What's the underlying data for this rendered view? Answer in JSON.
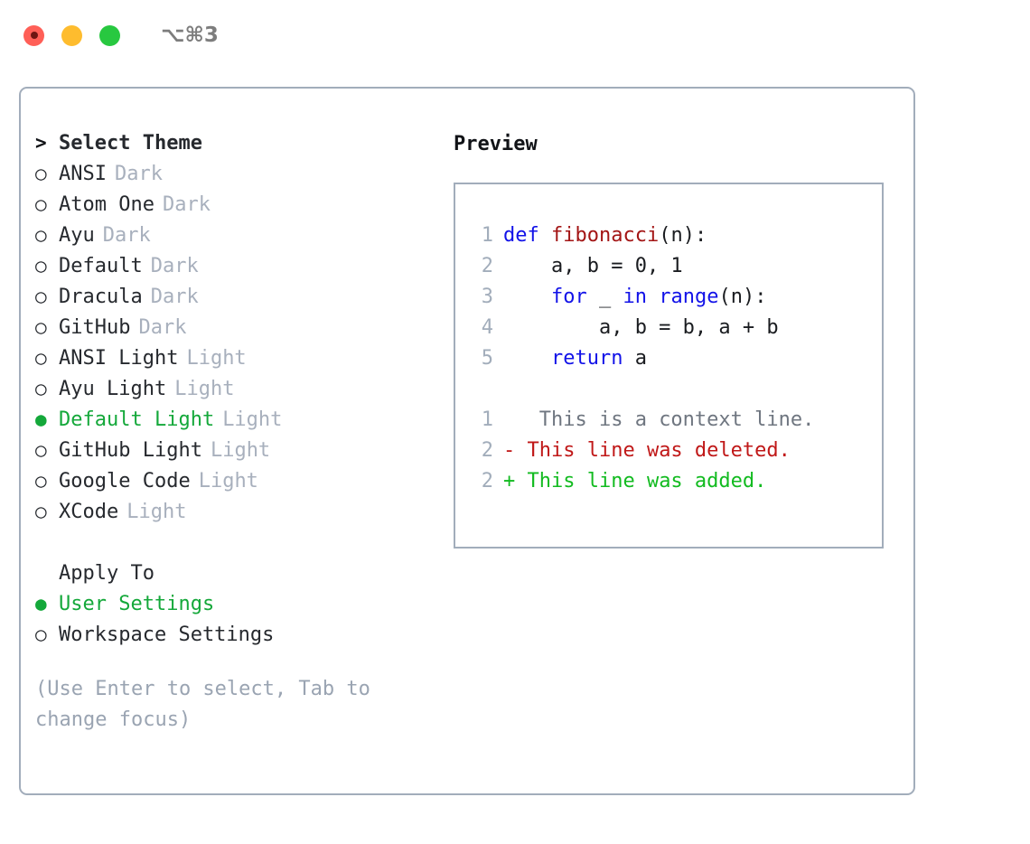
{
  "window": {
    "traffic_lights": [
      {
        "name": "close",
        "color": "#ff5f57"
      },
      {
        "name": "minimize",
        "color": "#febc2e"
      },
      {
        "name": "maximize",
        "color": "#28c840"
      }
    ],
    "shortcut_label": "⌥⌘3"
  },
  "theme_picker": {
    "header_marker": ">",
    "header_label": "Select Theme",
    "marker_unselected": "○",
    "marker_selected": "●",
    "items": [
      {
        "label": "ANSI",
        "suffix": "Dark",
        "selected": false
      },
      {
        "label": "Atom One",
        "suffix": "Dark",
        "selected": false
      },
      {
        "label": "Ayu",
        "suffix": "Dark",
        "selected": false
      },
      {
        "label": "Default",
        "suffix": "Dark",
        "selected": false
      },
      {
        "label": "Dracula",
        "suffix": "Dark",
        "selected": false
      },
      {
        "label": "GitHub",
        "suffix": "Dark",
        "selected": false
      },
      {
        "label": "ANSI Light",
        "suffix": "Light",
        "selected": false
      },
      {
        "label": "Ayu Light",
        "suffix": "Light",
        "selected": false
      },
      {
        "label": "Default Light",
        "suffix": "Light",
        "selected": true
      },
      {
        "label": "GitHub Light",
        "suffix": "Light",
        "selected": false
      },
      {
        "label": "Google Code",
        "suffix": "Light",
        "selected": false
      },
      {
        "label": "XCode",
        "suffix": "Light",
        "selected": false
      }
    ]
  },
  "apply_to": {
    "header_label": "Apply To",
    "options": [
      {
        "label": "User Settings",
        "selected": true
      },
      {
        "label": "Workspace Settings",
        "selected": false
      }
    ]
  },
  "hint": {
    "text": "(Use Enter to select, Tab to change focus)"
  },
  "preview": {
    "title": "Preview",
    "code_lines": [
      {
        "lineno": "1",
        "tokens": [
          {
            "text": "def ",
            "kind": "kw"
          },
          {
            "text": "fibonacci",
            "kind": "fn"
          },
          {
            "text": "(n):",
            "kind": "plain"
          }
        ]
      },
      {
        "lineno": "2",
        "tokens": [
          {
            "text": "    a, b = 0, 1",
            "kind": "plain"
          }
        ]
      },
      {
        "lineno": "3",
        "tokens": [
          {
            "text": "    ",
            "kind": "plain"
          },
          {
            "text": "for",
            "kind": "kw"
          },
          {
            "text": " _ ",
            "kind": "plain"
          },
          {
            "text": "in",
            "kind": "kw"
          },
          {
            "text": " ",
            "kind": "plain"
          },
          {
            "text": "range",
            "kind": "kw"
          },
          {
            "text": "(n):",
            "kind": "plain"
          }
        ]
      },
      {
        "lineno": "4",
        "tokens": [
          {
            "text": "        a, b = b, a + b",
            "kind": "plain"
          }
        ]
      },
      {
        "lineno": "5",
        "tokens": [
          {
            "text": "    ",
            "kind": "plain"
          },
          {
            "text": "return",
            "kind": "kw"
          },
          {
            "text": " a",
            "kind": "plain"
          }
        ]
      }
    ],
    "diff_lines": [
      {
        "lineno": "1",
        "marker": " ",
        "text": "  This is a context line.",
        "kind": "ctx"
      },
      {
        "lineno": "2",
        "marker": "-",
        "text": " This line was deleted.",
        "kind": "del"
      },
      {
        "lineno": "2",
        "marker": "+",
        "text": " This line was added.",
        "kind": "add"
      }
    ]
  },
  "colors": {
    "selected_green": "#14a83a",
    "muted": "#a8b0bd",
    "border": "#a2adbb",
    "keyword_blue": "#1212e8",
    "function_red": "#a31515",
    "diff_add_green": "#12bb20",
    "diff_del_red": "#c01818"
  }
}
